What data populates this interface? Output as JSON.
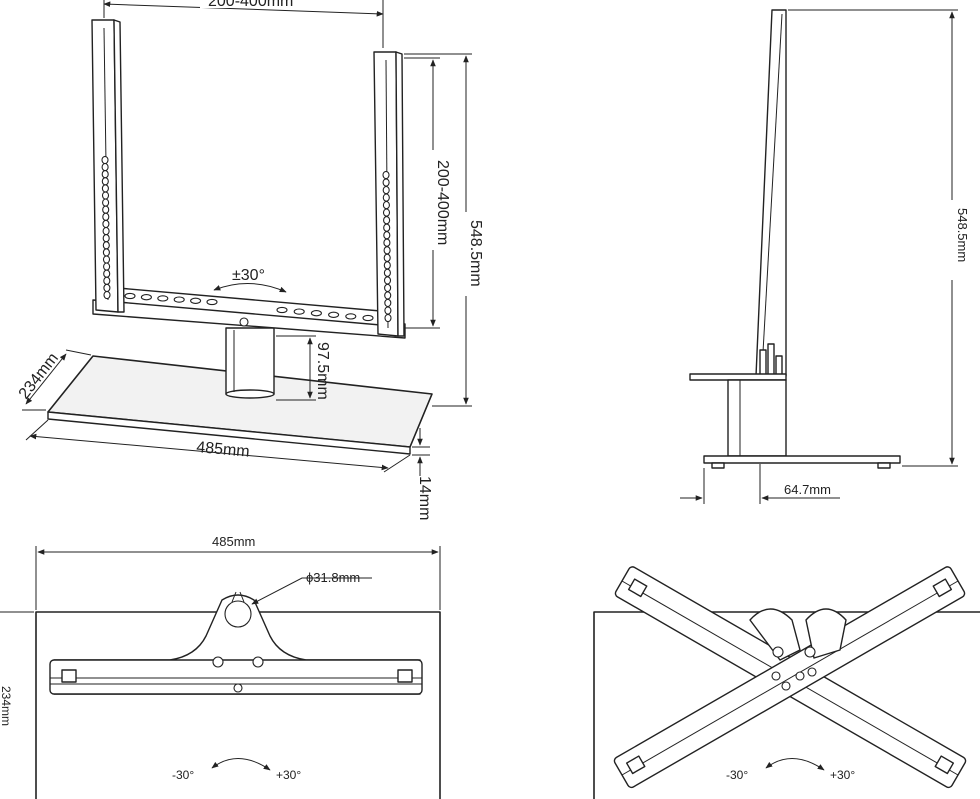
{
  "labels": {
    "vesa_width": "200-400mm",
    "vesa_height": "200-400mm",
    "total_height_front": "548.5mm",
    "tilt_front": "±30°",
    "column_height": "97.5mm",
    "base_depth": "234mm",
    "base_width_front": "485mm",
    "base_thickness": "14mm",
    "total_height_side": "548.5mm",
    "side_offset": "64.7mm",
    "top_width": "485mm",
    "hole_diameter": "ϕ31.8mm",
    "top_depth": "234mm",
    "rot_left_a": "-30°",
    "rot_right_a": "+30°",
    "rot_left_b": "-30°",
    "rot_right_b": "+30°"
  }
}
